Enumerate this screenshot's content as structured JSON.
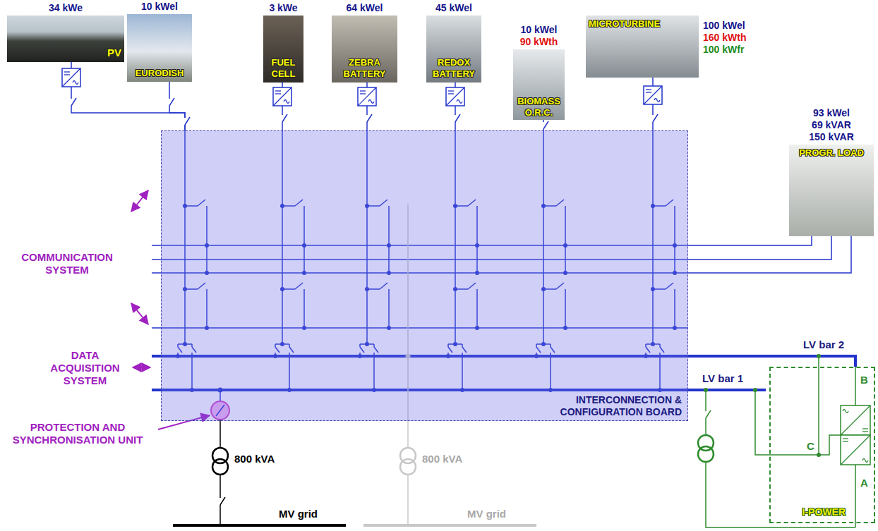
{
  "diagram": {
    "nodes": [
      {
        "text": [
          "34 kWe",
          "PV"
        ]
      },
      {
        "text": [
          "10 kWel",
          "EURODISH"
        ]
      },
      {
        "text": [
          "3 kWe",
          "FUEL CELL"
        ]
      },
      {
        "text": [
          "64 kWel",
          "ZEBRA BATTERY"
        ]
      },
      {
        "text": [
          "45 kWel",
          "REDOX BATTERY"
        ]
      },
      {
        "text": [
          "10 kWel",
          "90 kWth",
          "BIOMASS O.R.C."
        ]
      },
      {
        "text": [
          "MICROTURBINE",
          "100 kWel",
          "160 kWth",
          "100 kWfr"
        ]
      },
      {
        "text": [
          "93 kWel",
          "69 kVAR",
          "150 kVAR",
          "PROGR. LOAD"
        ]
      },
      {
        "text": [
          "INTERCONNECTION & CONFIGURATION BOARD"
        ]
      },
      {
        "text": [
          "I-POWER"
        ]
      }
    ],
    "edges": [
      {
        "from": 0,
        "to": 8,
        "arrow": "none"
      },
      {
        "from": 1,
        "to": 8,
        "arrow": "none"
      },
      {
        "from": 2,
        "to": 8,
        "arrow": "none"
      },
      {
        "from": 3,
        "to": 8,
        "arrow": "none"
      },
      {
        "from": 4,
        "to": 8,
        "arrow": "none"
      },
      {
        "from": 5,
        "to": 8,
        "arrow": "none"
      },
      {
        "from": 6,
        "to": 8,
        "arrow": "none"
      },
      {
        "from": 8,
        "to": 7,
        "arrow": "none"
      },
      {
        "from": 8,
        "to": 9,
        "arrow": "none"
      }
    ],
    "labels": [
      "COMMUNICATION SYSTEM",
      "DATA ACQUISITION SYSTEM",
      "PROTECTION AND SYNCHRONISATION UNIT",
      "800 kVA",
      "MV grid",
      "800 kVA",
      "MV grid",
      "LV bar 1",
      "LV bar 2",
      "A",
      "B",
      "C"
    ]
  }
}
